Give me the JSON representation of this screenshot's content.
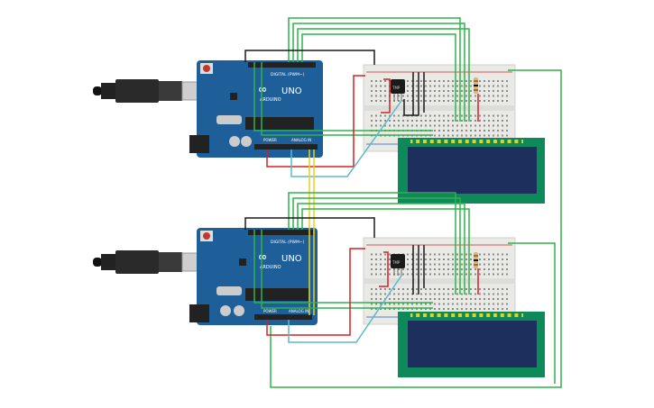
{
  "circuit": {
    "boards": [
      {
        "label_logo": "UNO",
        "label_brand": "ARDUINO",
        "label_digital": "DIGITAL (PWM~)",
        "label_power": "POWER",
        "label_analog": "ANALOG IN"
      },
      {
        "label_logo": "UNO",
        "label_brand": "ARDUINO",
        "label_digital": "DIGITAL (PWM~)",
        "label_power": "POWER",
        "label_analog": "ANALOG IN"
      }
    ],
    "sensor_label": "TMP",
    "colors": {
      "board": "#1f5f99",
      "lcd_pcb": "#0e8a5a",
      "lcd_screen": "#1d2f5c",
      "breadboard": "#e9e9e6",
      "wire_green": "#2fb34a",
      "wire_black": "#1a1a1a",
      "wire_red": "#d52121",
      "wire_yellow": "#e8d21c",
      "wire_cyan": "#5cb8c8"
    }
  }
}
